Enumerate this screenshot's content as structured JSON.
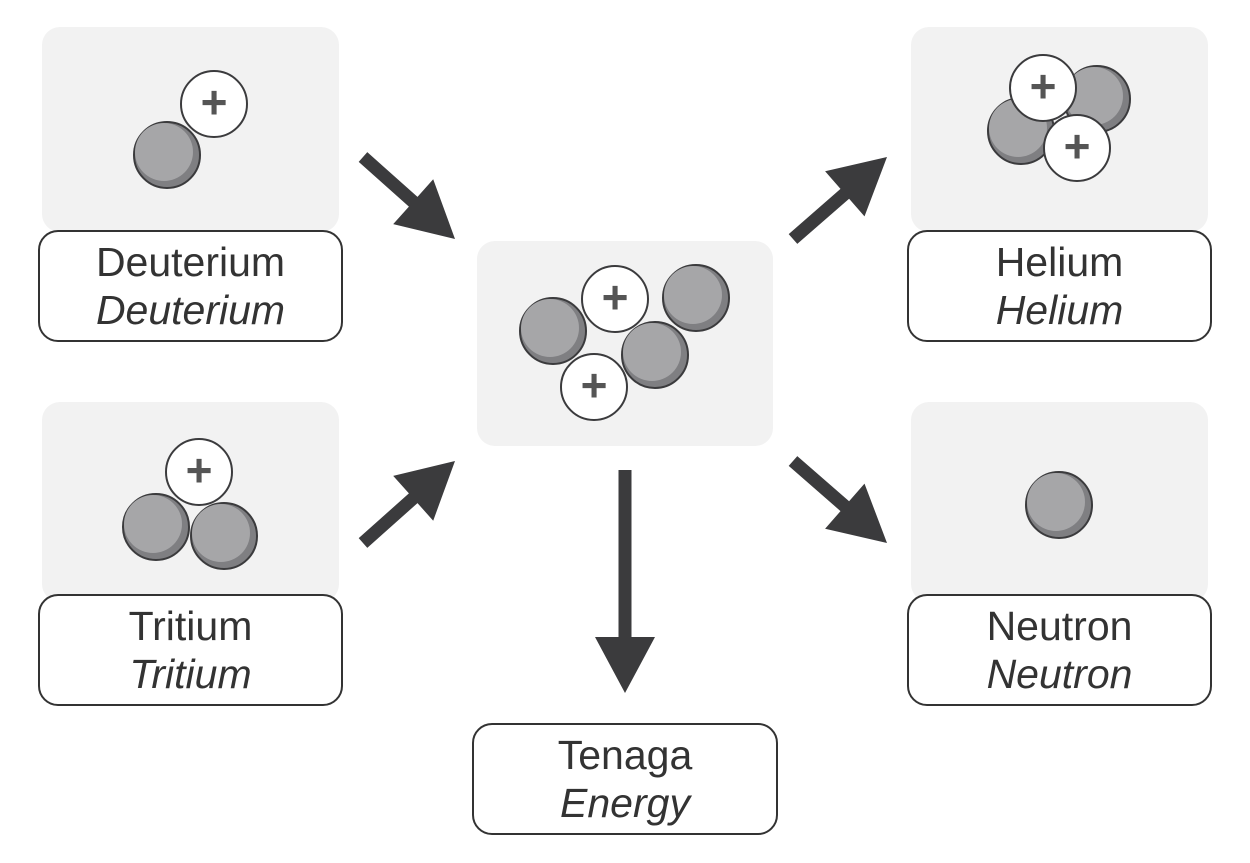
{
  "colors": {
    "tile_bg": "#f2f2f2",
    "neutron_fill": "#a6a6a8",
    "neutron_shadow": "#7f7f82",
    "proton_fill": "#ffffff",
    "stroke": "#3b3b3d",
    "arrow": "#3b3b3d",
    "text": "#333333"
  },
  "deuterium": {
    "title": "Deuterium",
    "subtitle": "Deuterium",
    "protons": 1,
    "neutrons": 1
  },
  "tritium": {
    "title": "Tritium",
    "subtitle": "Tritium",
    "protons": 1,
    "neutrons": 2
  },
  "fusion": {
    "protons": 2,
    "neutrons": 3
  },
  "helium": {
    "title": "Helium",
    "subtitle": "Helium",
    "protons": 2,
    "neutrons": 2
  },
  "neutron": {
    "title": "Neutron",
    "subtitle": "Neutron",
    "protons": 0,
    "neutrons": 1
  },
  "energy": {
    "title": "Tenaga",
    "subtitle": "Energy"
  },
  "glyphs": {
    "proton": "+"
  },
  "icons": {
    "proton": "plus-icon",
    "neutron": "circle-icon",
    "arrow": "arrow-icon"
  }
}
